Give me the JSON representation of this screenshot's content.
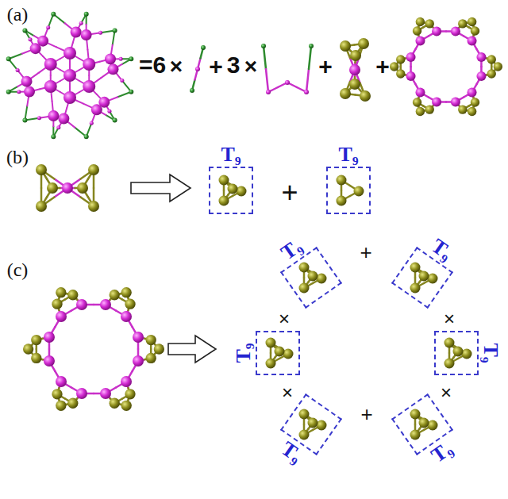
{
  "diagram": {
    "nodes": [
      {
        "text": [
          "T₉"
        ]
      },
      {
        "text": [
          "T₉"
        ]
      },
      {
        "text": [
          "T₉"
        ]
      },
      {
        "text": [
          "T₉"
        ]
      },
      {
        "text": [
          "T₉"
        ]
      },
      {
        "text": [
          "T₉"
        ]
      },
      {
        "text": [
          "T₉"
        ]
      },
      {
        "text": [
          "T₉"
        ]
      }
    ],
    "labels": [
      "(a)",
      "=6",
      "×",
      "+",
      "3",
      "×",
      "+",
      "+",
      "(b)",
      "+",
      "(c)",
      "+",
      "×",
      "×",
      "×",
      "×",
      "+"
    ]
  }
}
